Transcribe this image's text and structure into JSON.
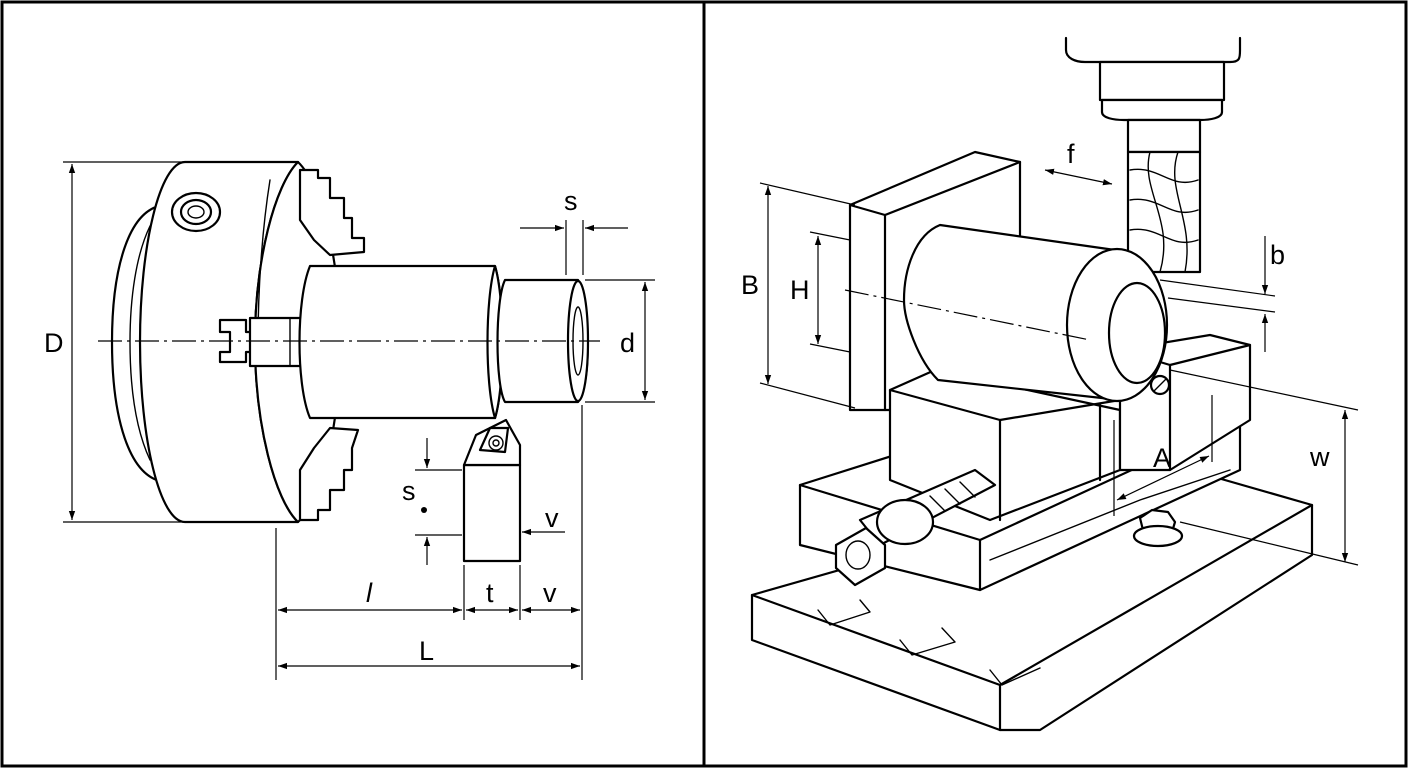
{
  "left_panel": {
    "labels": {
      "D": "D",
      "d": "d",
      "s_top": "s",
      "s_tool": "s",
      "v_tool": "v",
      "l": "l",
      "t": "t",
      "v_bottom": "v",
      "L": "L"
    }
  },
  "right_panel": {
    "labels": {
      "B": "B",
      "H": "H",
      "f": "f",
      "b": "b",
      "A": "A",
      "w": "w"
    }
  }
}
